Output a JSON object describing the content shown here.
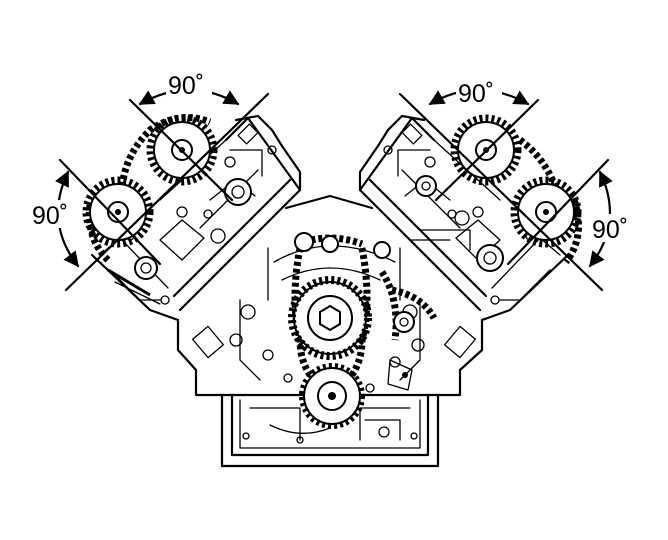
{
  "labels": {
    "top_left": "90˚",
    "left": "90˚",
    "top_right": "90˚",
    "right": "90˚"
  }
}
